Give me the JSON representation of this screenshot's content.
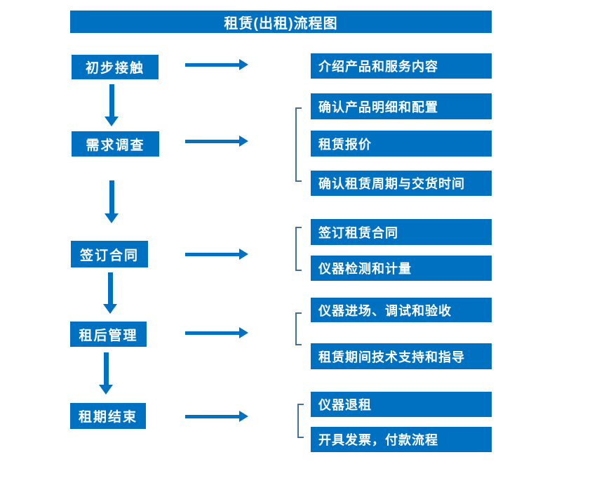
{
  "title": "租赁(出租)流程图",
  "colors": {
    "primary": "#0070c0",
    "bracket": "#41719c",
    "box_text": "#ffffff",
    "background": "#ffffff"
  },
  "steps": [
    {
      "label": "初步接触",
      "details": [
        "介绍产品和服务内容"
      ]
    },
    {
      "label": "需求调查",
      "details": [
        "确认产品明细和配置",
        "租赁报价",
        "确认租赁周期与交货时间"
      ]
    },
    {
      "label": "签订合同",
      "details": [
        "签订租赁合同",
        "仪器检测和计量"
      ]
    },
    {
      "label": "租后管理",
      "details": [
        "仪器进场、调试和验收",
        "租赁期间技术支持和指导"
      ]
    },
    {
      "label": "租期结束",
      "details": [
        "仪器退租",
        "开具发票，付款流程"
      ]
    }
  ]
}
